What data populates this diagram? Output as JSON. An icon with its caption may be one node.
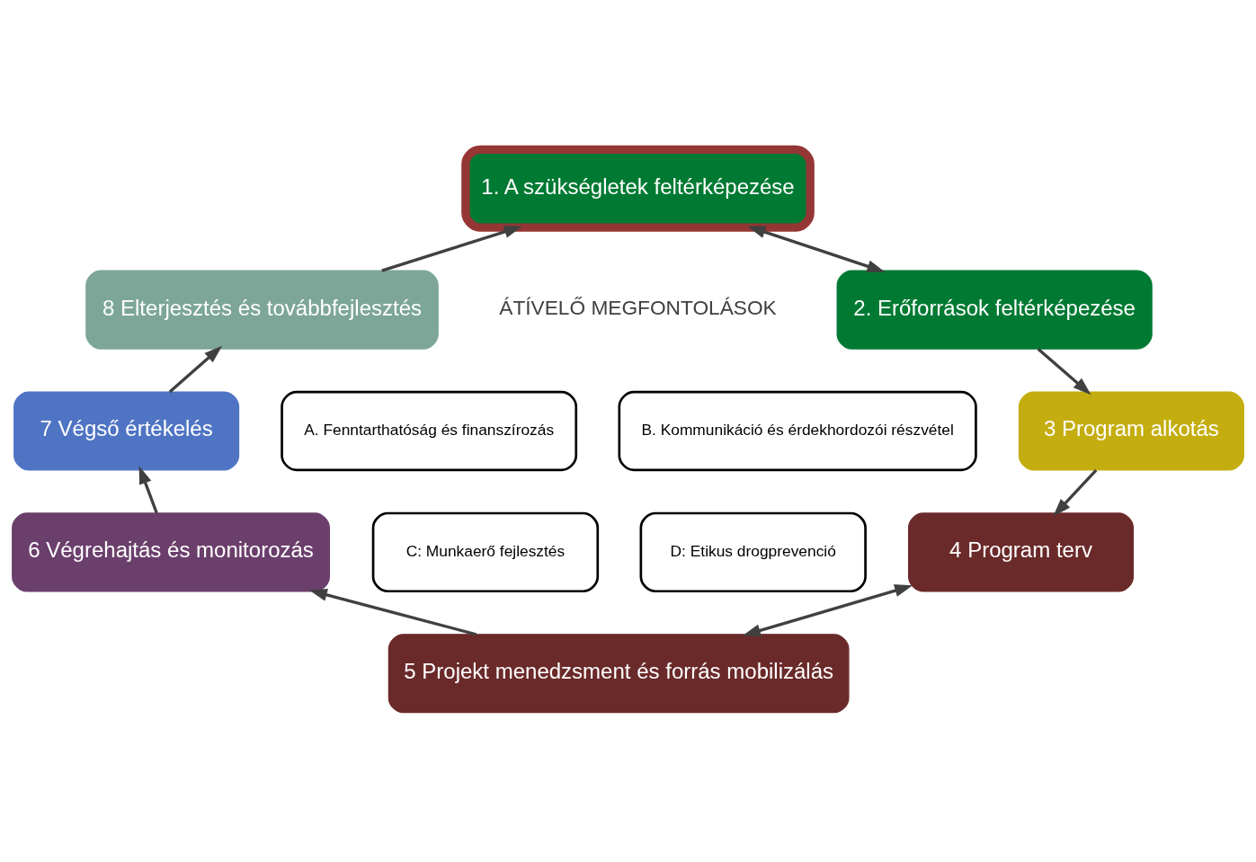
{
  "diagram": {
    "nodes": [
      {
        "text": [
          "1. A szükségletek feltérképezése"
        ]
      },
      {
        "text": [
          "2. Erőforrások feltérképezése"
        ]
      },
      {
        "text": [
          "3 Program alkotás"
        ]
      },
      {
        "text": [
          "4 Program terv"
        ]
      },
      {
        "text": [
          "5 Projekt menedzsment és forrás mobilizálás"
        ]
      },
      {
        "text": [
          "6 Végrehajtás és monitorozás"
        ]
      },
      {
        "text": [
          "7 Végső értékelés"
        ]
      },
      {
        "text": [
          "8 Elterjesztés és továbbfejlesztés"
        ]
      },
      {
        "text": [
          "A. Fenntarthatóság és finanszírozás"
        ]
      },
      {
        "text": [
          "B. Kommunikáció és érdekhordozói részvétel"
        ]
      },
      {
        "text": [
          "C: Munkaerő fejlesztés"
        ]
      },
      {
        "text": [
          "D: Etikus drogprevenció"
        ]
      }
    ],
    "edges": [
      {
        "from": 0,
        "to": 1,
        "arrow": "both"
      },
      {
        "from": 1,
        "to": 2,
        "arrow": "to"
      },
      {
        "from": 2,
        "to": 3,
        "arrow": "to"
      },
      {
        "from": 3,
        "to": 4,
        "arrow": "both"
      },
      {
        "from": 4,
        "to": 5,
        "arrow": "to"
      },
      {
        "from": 5,
        "to": 6,
        "arrow": "to"
      },
      {
        "from": 6,
        "to": 7,
        "arrow": "to"
      },
      {
        "from": 7,
        "to": 0,
        "arrow": "to"
      }
    ],
    "labels": [
      "ÁTÍVELŐ MEGFONTOLÁSOK"
    ]
  }
}
